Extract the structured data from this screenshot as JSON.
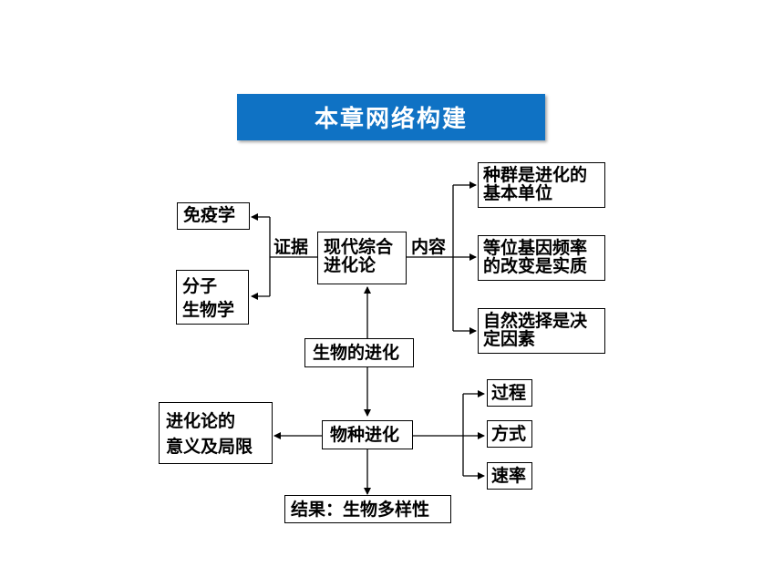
{
  "title": "本章网络构建",
  "colors": {
    "banner": "#0f72c4",
    "line": "#000000"
  },
  "nodes": {
    "immunology": "免疫学",
    "molecular_biology_1": "分子",
    "molecular_biology_2": "生物学",
    "evidence_label": "证据",
    "modern_synthesis_1": "现代综合",
    "modern_synthesis_2": "进化论",
    "content_label": "内容",
    "population_unit_1": "种群是进化的",
    "population_unit_2": "基本单位",
    "allele_freq_1": "等位基因频率",
    "allele_freq_2": "的改变是实质",
    "natural_selection_1": "自然选择是决",
    "natural_selection_2": "定因素",
    "biological_evolution": "生物的进化",
    "species_evolution": "物种进化",
    "significance_1": "进化论的",
    "significance_2": "意义及局限",
    "process": "过程",
    "mode": "方式",
    "rate": "速率",
    "result": "结果：生物多样性"
  }
}
